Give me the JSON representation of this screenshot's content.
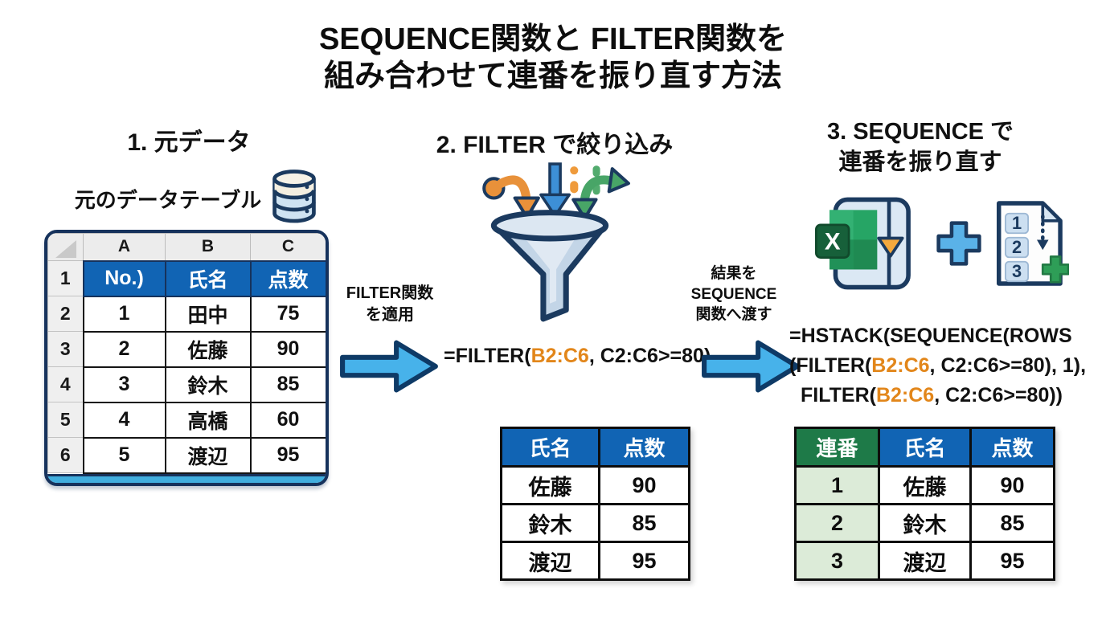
{
  "title": {
    "line1": "SEQUENCE関数と FILTER関数を",
    "line2": "組み合わせて連番を振り直す方法"
  },
  "step1": {
    "heading": "1. 元データ",
    "subheading": "元のデータテーブル",
    "table": {
      "col_letters": [
        "A",
        "B",
        "C"
      ],
      "row_numbers": [
        "1",
        "2",
        "3",
        "4",
        "5",
        "6"
      ],
      "header": [
        "No.)",
        "氏名",
        "点数"
      ],
      "rows": [
        [
          "1",
          "田中",
          "75"
        ],
        [
          "2",
          "佐藤",
          "90"
        ],
        [
          "3",
          "鈴木",
          "85"
        ],
        [
          "4",
          "高橋",
          "60"
        ],
        [
          "5",
          "渡辺",
          "95"
        ]
      ]
    }
  },
  "arrow1": {
    "label_line1": "FILTER関数",
    "label_line2": "を適用"
  },
  "step2": {
    "heading": "2. FILTER で絞り込み",
    "formula": {
      "pre": "=FILTER(",
      "range": "B2:C6",
      "post": ", C2:C6>=80)"
    },
    "table": {
      "header": [
        "氏名",
        "点数"
      ],
      "rows": [
        [
          "佐藤",
          "90"
        ],
        [
          "鈴木",
          "85"
        ],
        [
          "渡辺",
          "95"
        ]
      ]
    }
  },
  "arrow2": {
    "label_line1": "結果を",
    "label_line2": "SEQUENCE",
    "label_line3": "関数へ渡す"
  },
  "step3": {
    "heading_line1": "3. SEQUENCE で",
    "heading_line2": "連番を振り直す",
    "excel_logo_letter": "X",
    "doc_numbers": [
      "1",
      "2",
      "3"
    ],
    "formula": {
      "line1": "=HSTACK(SEQUENCE(ROWS",
      "line2_pre": "(FILTER(",
      "line2_range": "B2:C6",
      "line2_post": ", C2:C6>=80), 1),",
      "line3_pre": "FILTER(",
      "line3_range": "B2:C6",
      "line3_post": ", C2:C6>=80))"
    },
    "table": {
      "header": [
        "連番",
        "氏名",
        "点数"
      ],
      "rows": [
        [
          "1",
          "佐藤",
          "90"
        ],
        [
          "2",
          "鈴木",
          "85"
        ],
        [
          "3",
          "渡辺",
          "95"
        ]
      ]
    }
  },
  "icons": {
    "database": "database-icon",
    "funnel": "funnel-filter-icon",
    "excel": "excel-file-icon",
    "plus": "plus-icon",
    "numbered_doc": "sequence-document-icon",
    "block_arrow": "right-arrow-icon"
  },
  "colors": {
    "header_blue": "#1164b4",
    "header_green": "#1e7a48",
    "light_green_cell": "#dcebd8",
    "range_orange": "#e2861a",
    "arrow_blue": "#47b2ea",
    "outline_navy": "#16325c",
    "sheet_base_cyan": "#41aede"
  }
}
